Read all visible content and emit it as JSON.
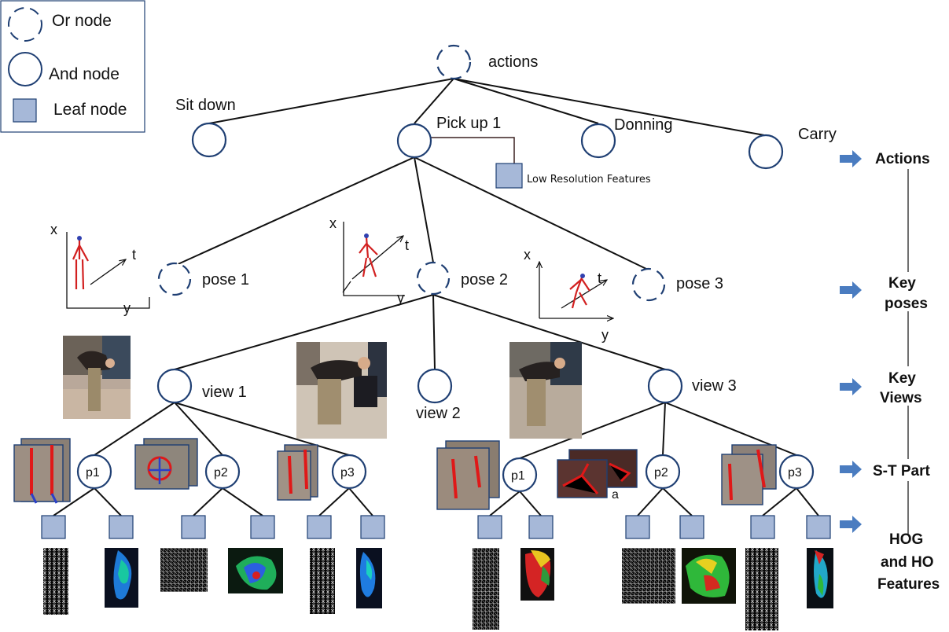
{
  "legend": {
    "or_node": "Or node",
    "and_node": "And node",
    "leaf_node": "Leaf node"
  },
  "nodes": {
    "root": "actions",
    "sit_down": "Sit down",
    "pick_up": "Pick up 1",
    "donning": "Donning",
    "carry": "Carry",
    "low_res": "Low Resolution Features",
    "pose1": "pose 1",
    "pose2": "pose 2",
    "pose3": "pose 3",
    "view1": "view 1",
    "view2": "view 2",
    "view3": "view 3",
    "p1": "p1",
    "p2": "p2",
    "p3": "p3",
    "right_p1": "p1",
    "right_p2": "p2",
    "right_p3": "p3",
    "part_a": "a"
  },
  "axes": {
    "x": "x",
    "y": "y",
    "t": "t"
  },
  "levels": {
    "actions": "Actions",
    "key_poses_1": "Key",
    "key_poses_2": "poses",
    "key_views_1": "Key",
    "key_views_2": "Views",
    "st_part": "S-T Part",
    "hog_1": "HOG",
    "hog_2": "and HO",
    "hog_3": "Features"
  },
  "colors": {
    "node_stroke": "#1f3f73",
    "leaf_fill": "#a6b8d8",
    "arrow": "#4a7cc0",
    "skeleton": "#d22020"
  }
}
